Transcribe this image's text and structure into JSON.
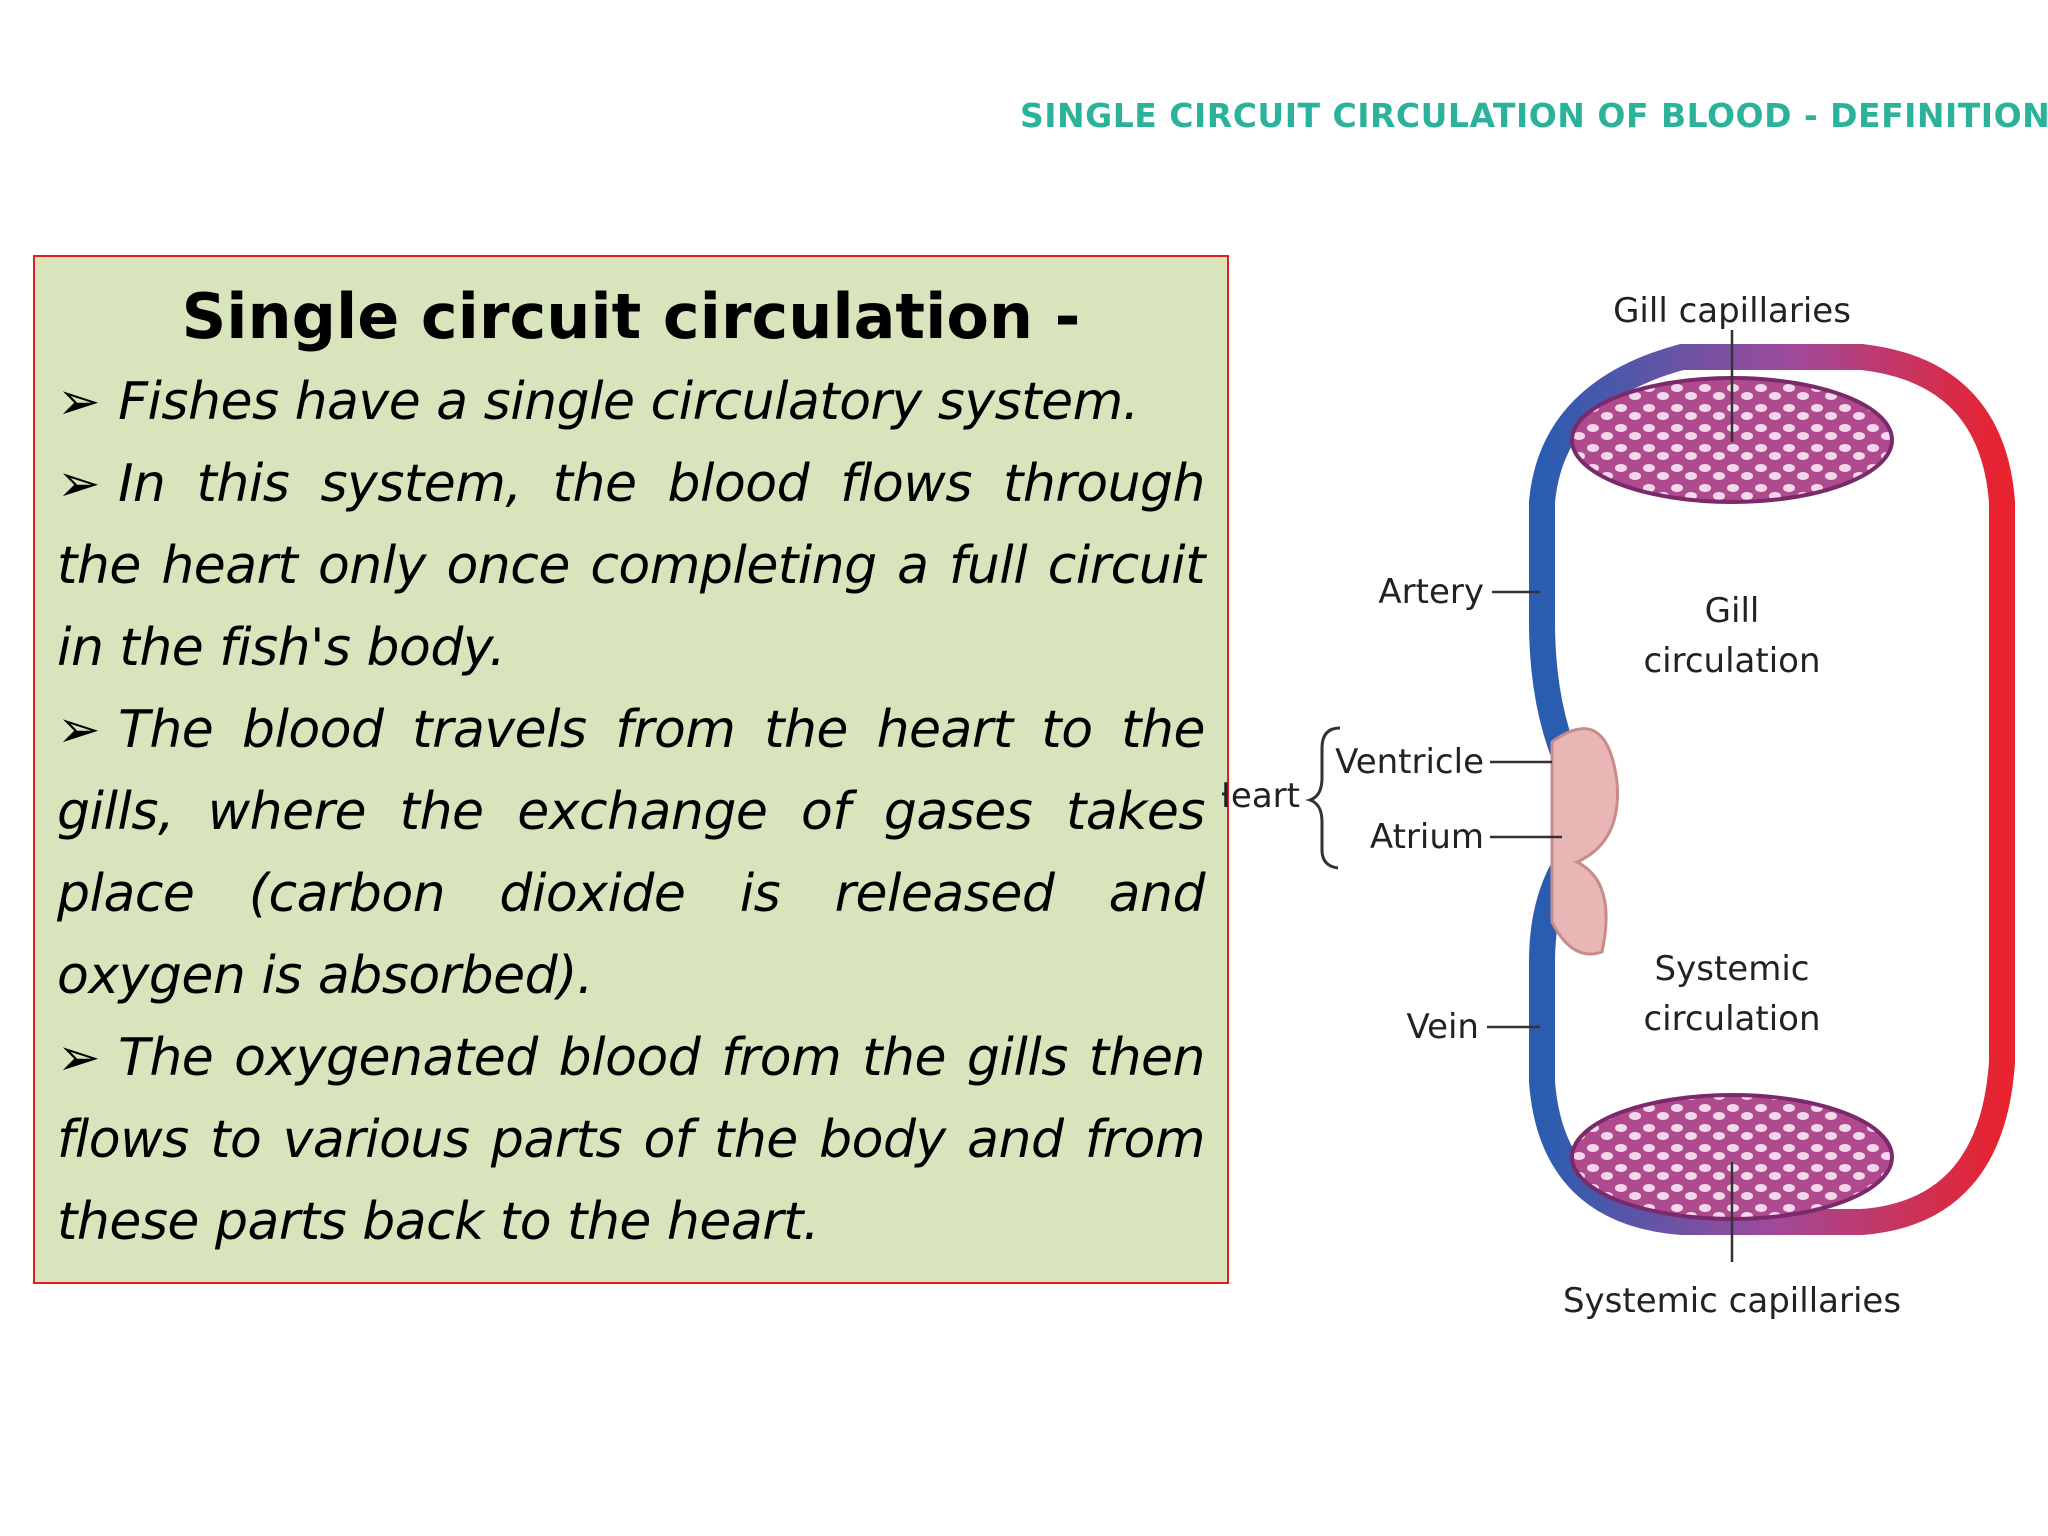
{
  "header": {
    "title": "SINGLE CIRCUIT CIRCULATION OF BLOOD - DEFINITION"
  },
  "panel": {
    "heading": "Single circuit circulation -",
    "bullet_marker": "➢",
    "bullets": [
      "Fishes have a single circulatory system.",
      "In this system, the blood flows through the heart only once completing a full circuit in the fish's body.",
      "The blood travels from the heart to the gills, where the exchange of gases takes place (carbon dioxide is released and oxygen is absorbed).",
      "The oxygenated blood from the gills then flows to various parts of the body and from these parts back to the heart."
    ]
  },
  "diagram": {
    "labels": {
      "gill_capillaries": "Gill capillaries",
      "artery": "Artery",
      "gill_circulation_1": "Gill",
      "gill_circulation_2": "circulation",
      "heart": "Heart",
      "ventricle": "Ventricle",
      "atrium": "Atrium",
      "vein": "Vein",
      "systemic_circulation_1": "Systemic",
      "systemic_circulation_2": "circulation",
      "systemic_capillaries": "Systemic capillaries"
    },
    "colors": {
      "deoxygenated": "#2a5db0",
      "oxygenated": "#e8222e",
      "capillary_bed": "#b04a8e",
      "heart_tissue": "#e8b7b5"
    }
  }
}
